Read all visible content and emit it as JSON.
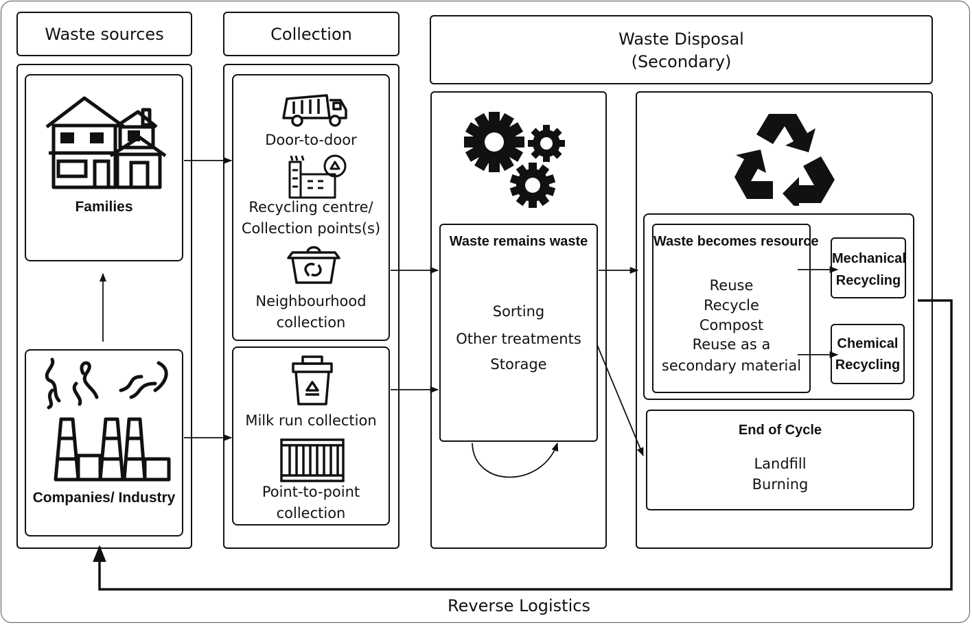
{
  "headers": {
    "waste_sources": "Waste sources",
    "collection": "Collection",
    "waste_disposal_line1": "Waste Disposal",
    "waste_disposal_line2": "(Secondary)"
  },
  "sources": {
    "families": "Families",
    "companies": "Companies/ Industry"
  },
  "collection": {
    "door_to_door": "Door-to-door",
    "recycling_centre_line1": "Recycling centre/",
    "recycling_centre_line2": "Collection points(s)",
    "neighbourhood_line1": "Neighbourhood",
    "neighbourhood_line2": "collection",
    "milk_run": "Milk run collection",
    "point_to_point_line1": "Point-to-point",
    "point_to_point_line2": "collection"
  },
  "remains": {
    "title": "Waste remains waste",
    "items": [
      "Sorting",
      "Other treatments",
      "Storage"
    ]
  },
  "resource": {
    "title": "Waste becomes resource",
    "items": [
      "Reuse",
      "Recycle",
      "Compost",
      "Reuse as a",
      "secondary material"
    ]
  },
  "recycling": {
    "mechanical_line1": "Mechanical",
    "mechanical_line2": "Recycling",
    "chemical_line1": "Chemical",
    "chemical_line2": "Recycling"
  },
  "end_of_cycle": {
    "title": "End of Cycle",
    "items": [
      "Landfill",
      "Burning"
    ]
  },
  "footer": {
    "reverse_logistics": "Reverse Logistics"
  },
  "icons": [
    "house-icon",
    "factory-icon",
    "garbage-truck-icon",
    "recycling-building-icon",
    "dumpster-icon",
    "recycle-bin-icon",
    "shipping-container-icon",
    "gears-icon",
    "recycle-symbol-icon"
  ]
}
